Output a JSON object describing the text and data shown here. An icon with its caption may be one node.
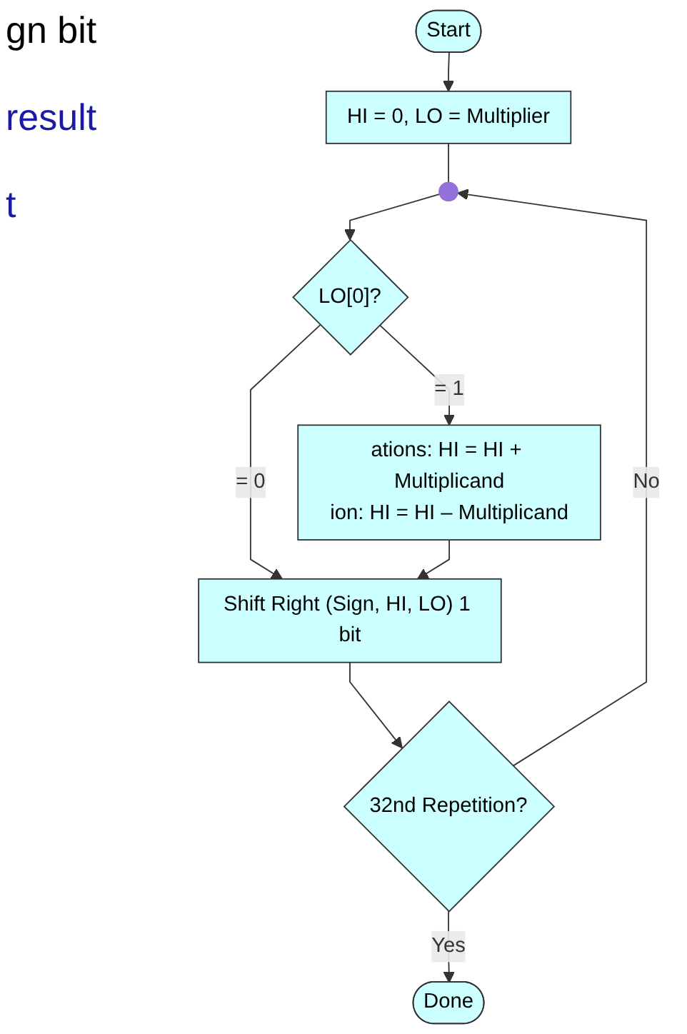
{
  "diagram": {
    "nodes": [
      {
        "text": [
          "Start"
        ]
      },
      {
        "text": [
          "HI = 0, LO = Multiplier"
        ]
      },
      {
        "text": [],
        "shape": "circle"
      },
      {
        "text": [
          "LO[0]?"
        ]
      },
      {
        "text": [
          "ations: HI = HI + Multiplicand",
          "ion: HI = HI – Multiplicand"
        ]
      },
      {
        "text": [
          "Shift Right (Sign, HI, LO) 1 bit"
        ]
      },
      {
        "text": [
          "32nd Repetition?"
        ]
      },
      {
        "text": [
          "Done"
        ]
      }
    ],
    "edges": [
      {
        "from": 0,
        "to": 1,
        "arrow": "to"
      },
      {
        "from": 1,
        "to": 2,
        "arrow": "none"
      },
      {
        "from": 2,
        "to": 3,
        "arrow": "to"
      },
      {
        "from": 3,
        "to": 4,
        "arrow": "to",
        "label": "= 1"
      },
      {
        "from": 3,
        "to": 5,
        "arrow": "to",
        "label": "= 0"
      },
      {
        "from": 4,
        "to": 5,
        "arrow": "to"
      },
      {
        "from": 5,
        "to": 6,
        "arrow": "to"
      },
      {
        "from": 6,
        "to": 7,
        "arrow": "to",
        "label": "Yes"
      },
      {
        "from": 6,
        "to": 2,
        "arrow": "to",
        "label": "No"
      }
    ],
    "labels": [
      "gn bit",
      "result",
      "t"
    ]
  }
}
